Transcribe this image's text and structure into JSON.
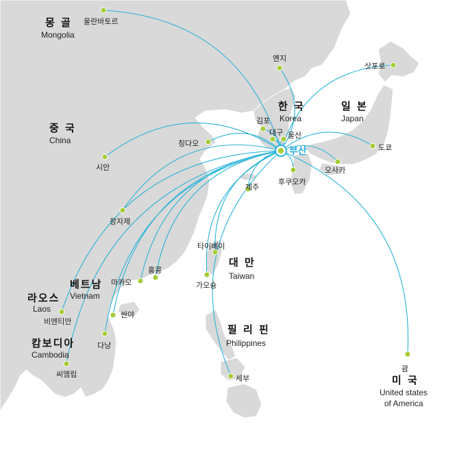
{
  "countries": {
    "mongolia": {
      "ko": "몽 골",
      "en": "Mongolia"
    },
    "china": {
      "ko": "중 국",
      "en": "China"
    },
    "korea": {
      "ko": "한 국",
      "en": "Korea"
    },
    "japan": {
      "ko": "일 본",
      "en": "Japan"
    },
    "taiwan": {
      "ko": "대 만",
      "en": "Taiwan"
    },
    "vietnam": {
      "ko": "베트남",
      "en": "Vietnam"
    },
    "laos": {
      "ko": "라오스",
      "en": "Laos"
    },
    "cambodia": {
      "ko": "캄보디아",
      "en": "Cambodia"
    },
    "philippines": {
      "ko": "필 리 핀",
      "en": "Philippines"
    },
    "usa": {
      "ko": "미 국",
      "en_line1": "United states",
      "en_line2": "of America"
    }
  },
  "hub": {
    "name": "부산"
  },
  "cities": {
    "ulaanbaatar": "울란바토르",
    "yanji": "옌지",
    "sapporo": "삿포로",
    "gimpo": "김포",
    "daegu": "대구",
    "ulsan": "울산",
    "qingdao": "칭다오",
    "tokyo": "도쿄",
    "osaka": "오사카",
    "fukuoka": "후쿠오카",
    "jeju": "제주",
    "xian": "시안",
    "zhangjiajie": "장자제",
    "taipei": "타이베이",
    "kaohsiung": "가오슝",
    "hongkong": "홍콩",
    "macau": "마카오",
    "sanya": "싼야",
    "vientiane": "비엔티안",
    "danang": "다낭",
    "siemreap": "씨엠립",
    "cebu": "세부",
    "guam": "괌"
  },
  "colors": {
    "route": "#29b3d8",
    "land": "#d9d9d9",
    "dot": "#a5cc38",
    "hub": "#29b3d8",
    "sea": "#ffffff"
  }
}
